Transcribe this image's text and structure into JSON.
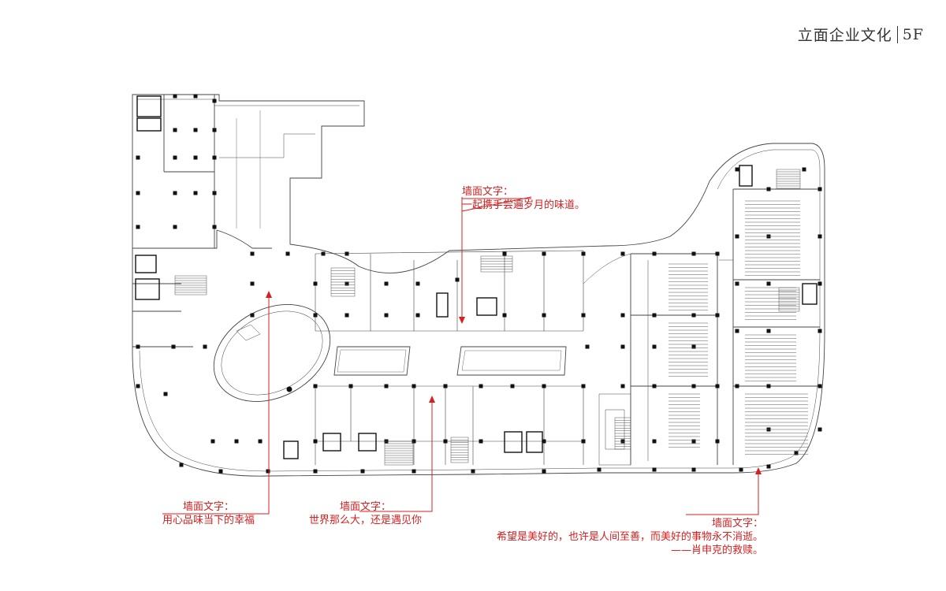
{
  "header": {
    "title": "立面企业文化",
    "floor": "5F"
  },
  "callouts": [
    {
      "heading": "墙面文字：",
      "lines": [
        "一起携手尝遍岁月的味道。"
      ]
    },
    {
      "heading": "墙面文字：",
      "lines": [
        "用心品味当下的幸福"
      ]
    },
    {
      "heading": "墙面文字：",
      "lines": [
        "世界那么大，还是遇见你"
      ]
    },
    {
      "heading": "墙面文字：",
      "lines": [
        "希望是美好的，也许是人间至善，而美好的事物永不消逝。",
        "——肖申克的救赎。"
      ]
    }
  ],
  "colors": {
    "accent": "#d62020",
    "line": "#333333",
    "text": "#333333"
  }
}
